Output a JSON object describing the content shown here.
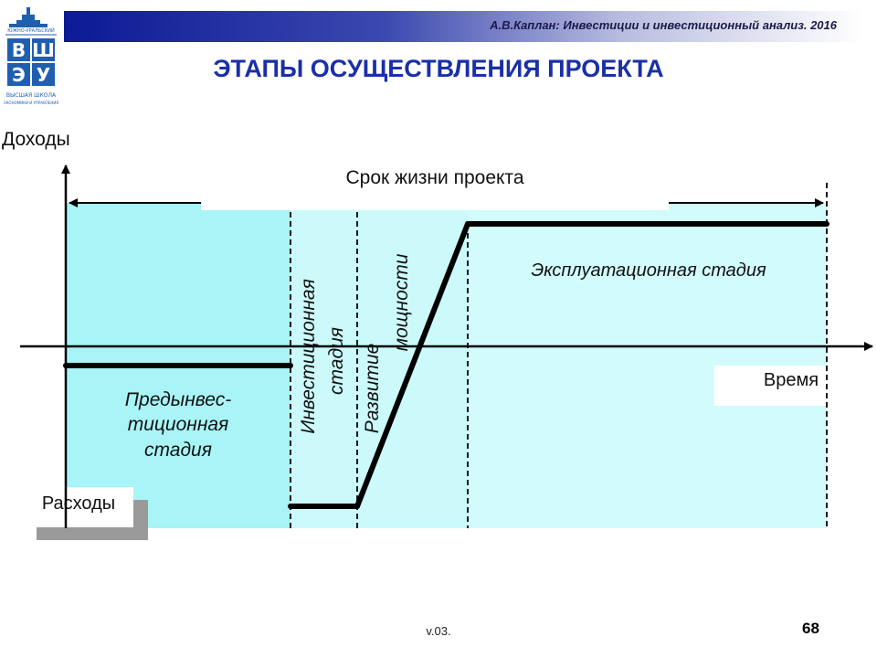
{
  "header": {
    "author_text": "А.В.Каплан: Инвестиции и инвестиционный анализ. 2016",
    "logo_top_text": "ЮЖНО-УРАЛЬСКИЙ",
    "logo_letters": [
      "В",
      "Ш",
      "Э",
      "У"
    ],
    "logo_bottom_text": "ВЫСШАЯ ШКОЛА",
    "logo_bottom_subtext": "ЭКОНОМИКИ И УПРАВЛЕНИЯ"
  },
  "title": "ЭТАПЫ ОСУЩЕСТВЛЕНИЯ ПРОЕКТА",
  "diagram": {
    "y_axis_top_label": "Доходы",
    "y_axis_bottom_label": "Расходы",
    "x_axis_label": "Время",
    "lifetime_label": "Срок жизни проекта",
    "stages": {
      "pre_investment": [
        "Предынвес-",
        "тиционная",
        "стадия"
      ],
      "investment": [
        "Инвестиционная",
        "стадия"
      ],
      "capacity_development": [
        "Развитие",
        "мощности"
      ],
      "operational": "Эксплуатационная стадия"
    },
    "colors": {
      "pre_investment_fill": "#a8f4f6",
      "investment_fill": "#ccfafb",
      "operational_fill": "#d2fbfc",
      "title_color": "#1a2fa8"
    }
  },
  "footer": {
    "version": "v.03.",
    "page_number": "68"
  }
}
